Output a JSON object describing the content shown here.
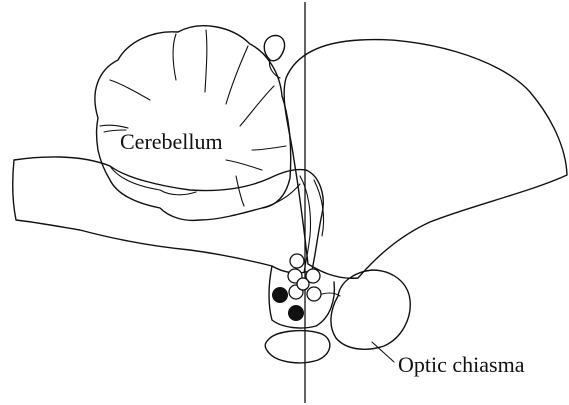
{
  "labels": {
    "cerebellum": "Cerebellum",
    "optic_chiasma": "Optic chiasma"
  },
  "colors": {
    "ink": "#111111",
    "background": "#ffffff",
    "open_marker": "#ffffff",
    "filled_marker": "#111111"
  },
  "markers": {
    "open_count": 6,
    "filled_count": 2
  }
}
